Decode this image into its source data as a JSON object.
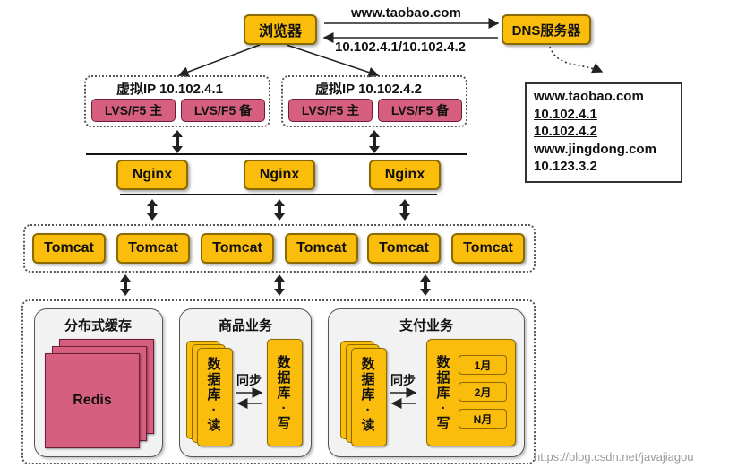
{
  "browser": {
    "label": "浏览器"
  },
  "dns": {
    "label": "DNS服务器",
    "request_label": "www.taobao.com",
    "response_label": "10.102.4.1/10.102.4.2",
    "entries": [
      "www.taobao.com",
      "10.102.4.1",
      "10.102.4.2",
      "www.jingdong.com",
      "10.123.3.2"
    ]
  },
  "vips": [
    {
      "title": "虚拟IP 10.102.4.1",
      "master": "LVS/F5 主",
      "backup": "LVS/F5 备"
    },
    {
      "title": "虚拟IP 10.102.4.2",
      "master": "LVS/F5 主",
      "backup": "LVS/F5 备"
    }
  ],
  "nginx": [
    "Nginx",
    "Nginx",
    "Nginx"
  ],
  "tomcats": [
    "Tomcat",
    "Tomcat",
    "Tomcat",
    "Tomcat",
    "Tomcat",
    "Tomcat"
  ],
  "cache": {
    "title": "分布式缓存",
    "node": "Redis"
  },
  "goods": {
    "title": "商品业务",
    "read_db": "数据库·读",
    "write_db": "数据库·写",
    "sync": "同步"
  },
  "pay": {
    "title": "支付业务",
    "read_db": "数据库·读",
    "write_db": "数据库·写",
    "sync": "同步",
    "shards": [
      "1月",
      "2月",
      "N月"
    ]
  },
  "watermark": "https://blog.csdn.net/javajiagou",
  "colors": {
    "accent": "#fbbd0c",
    "lvs": "#d65f80",
    "redis": "#d65f80"
  }
}
